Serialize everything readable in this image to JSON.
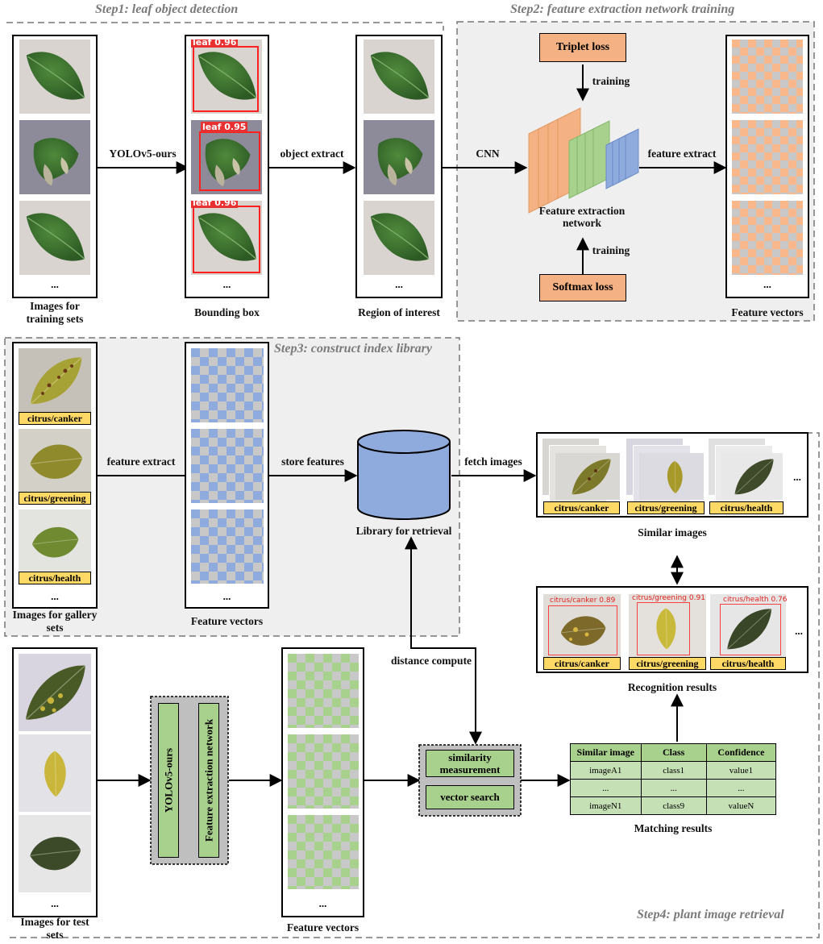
{
  "steps": {
    "step1": "Step1: leaf object detection",
    "step2": "Step2: feature extraction network training",
    "step3": "Step3: construct index library",
    "step4": "Step4: plant image retrieval"
  },
  "step1": {
    "training_label": "Images for training sets",
    "yolo_arrow": "YOLOv5-ours",
    "bbox_label": "Bounding box",
    "object_extract": "object extract",
    "roi_label": "Region of interest",
    "detections": [
      "leaf 0.96",
      "leaf 0.95",
      "leaf 0.96"
    ],
    "ellipsis": "..."
  },
  "step2": {
    "cnn": "CNN",
    "triplet": "Triplet loss",
    "softmax": "Softmax loss",
    "training_top": "training",
    "training_bottom": "training",
    "network_label": "Feature extraction network",
    "feature_extract": "feature extract",
    "vectors_label": "Feature vectors"
  },
  "step3": {
    "gallery_tags": [
      "citrus/canker",
      "citrus/greening",
      "citrus/health"
    ],
    "gallery_label": "Images for gallery sets",
    "feature_extract": "feature extract",
    "vectors_label": "Feature vectors",
    "store_features": "store features",
    "library_label": "Library for retrieval"
  },
  "step4": {
    "fetch_images": "fetch images",
    "similar_tags": [
      "citrus/canker",
      "citrus/greening",
      "citrus/health"
    ],
    "similar_label": "Similar images",
    "recog_tags": [
      "citrus/canker",
      "citrus/greening",
      "citrus/health"
    ],
    "recog_dets": [
      "citrus/canker 0.89",
      "citrus/greening 0.91",
      "citrus/health 0.76"
    ],
    "recog_label": "Recognition results",
    "distance_compute": "distance compute",
    "test_label": "Images for test sets",
    "yolo_box": "YOLOv5-ours",
    "fen_box": "Feature extraction network",
    "vectors_label": "Feature vectors",
    "similarity": "similarity measurement",
    "vector_search": "vector search",
    "matching_label": "Matching results",
    "table": {
      "headers": [
        "Similar image",
        "Class",
        "Confidence"
      ],
      "rows": [
        [
          "imageA1",
          "class1",
          "value1"
        ],
        [
          "...",
          "...",
          "..."
        ],
        [
          "imageN1",
          "class9",
          "valueN"
        ]
      ]
    }
  },
  "colors": {
    "orange": "#f4b183",
    "green": "#a9d18e",
    "blue": "#8faadc",
    "tag_yellow": "#ffd966",
    "panel_gray": "#efefef"
  }
}
